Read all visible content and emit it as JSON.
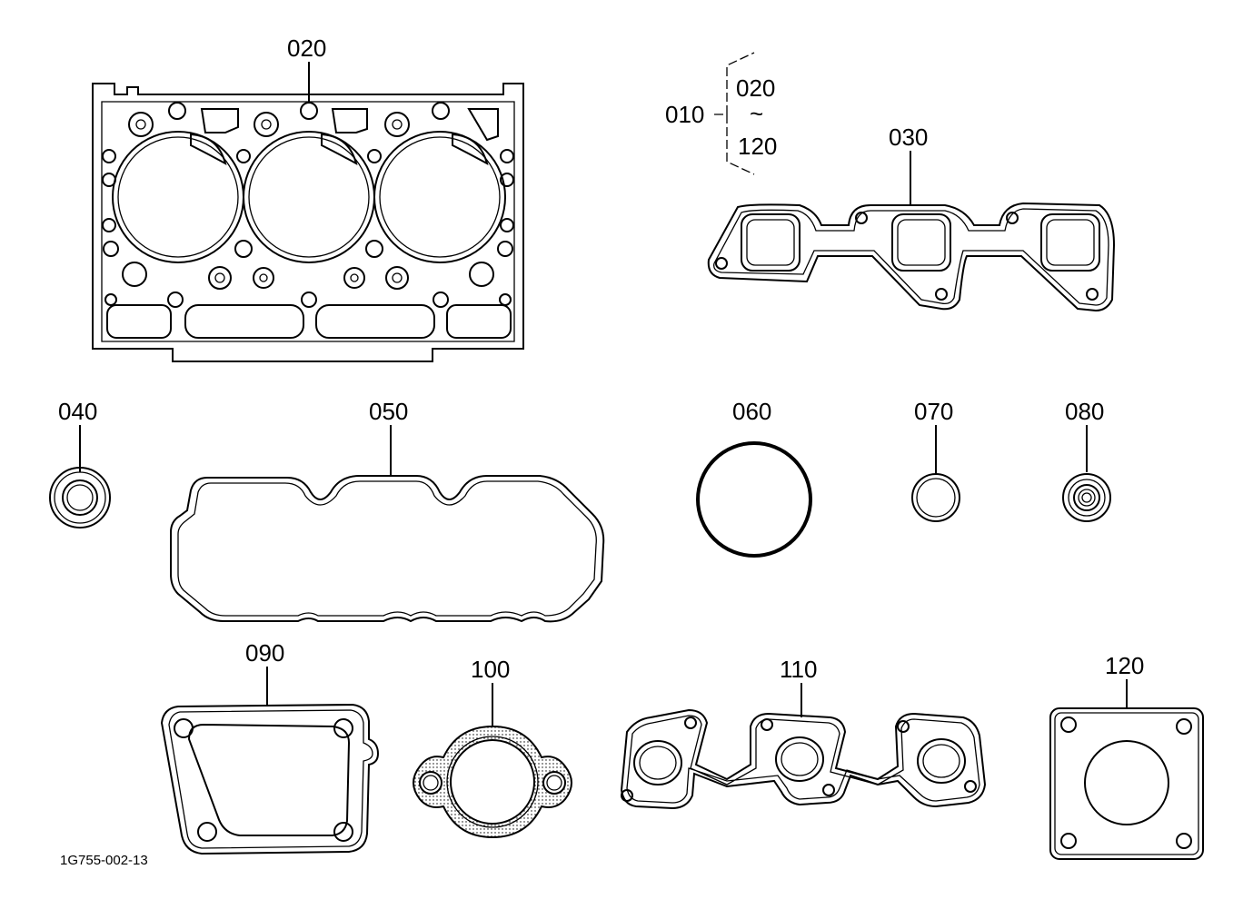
{
  "labels": {
    "p010": "010",
    "p010_from": "020",
    "p010_tilde": "~",
    "p010_to": "120",
    "p020": "020",
    "p030": "030",
    "p040": "040",
    "p050": "050",
    "p060": "060",
    "p070": "070",
    "p080": "080",
    "p090": "090",
    "p100": "100",
    "p110": "110",
    "p120": "120"
  },
  "figure_code": "1G755-002-13"
}
